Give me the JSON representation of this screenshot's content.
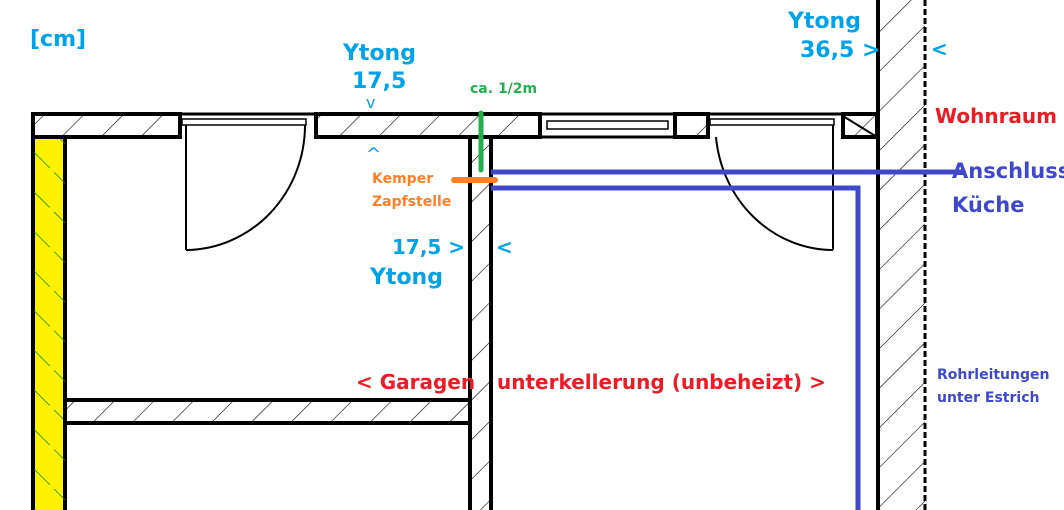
{
  "unit_label": "[cm]",
  "top_wall": {
    "material": "Ytong",
    "thickness": "17,5",
    "arrow_top": "v",
    "arrow_bottom": "^"
  },
  "inner_wall": {
    "thickness": "17,5 >",
    "arrow_right": "<",
    "material": "Ytong"
  },
  "outer_wall": {
    "material": "Ytong",
    "thickness": "36,5 >",
    "arrow_right": "<"
  },
  "green_note": "ca. 1/2m",
  "tap": {
    "line1": "Kemper",
    "line2": "Zapfstelle"
  },
  "room_living": "Wohnraum",
  "connection": {
    "line1": "Anschluss",
    "line2": "Küche"
  },
  "garage": {
    "left": "< Garagen",
    "right": "unterkellerung (unbeheizt) >"
  },
  "pipes_note": {
    "line1": "Rohrleitungen",
    "line2": "unter Estrich"
  },
  "colors": {
    "cyan": "#00a2e8",
    "red": "#ed1c24",
    "blue": "#3f48cc",
    "green": "#22b14c",
    "orange": "#ff7f27",
    "yellow": "#fff200"
  }
}
